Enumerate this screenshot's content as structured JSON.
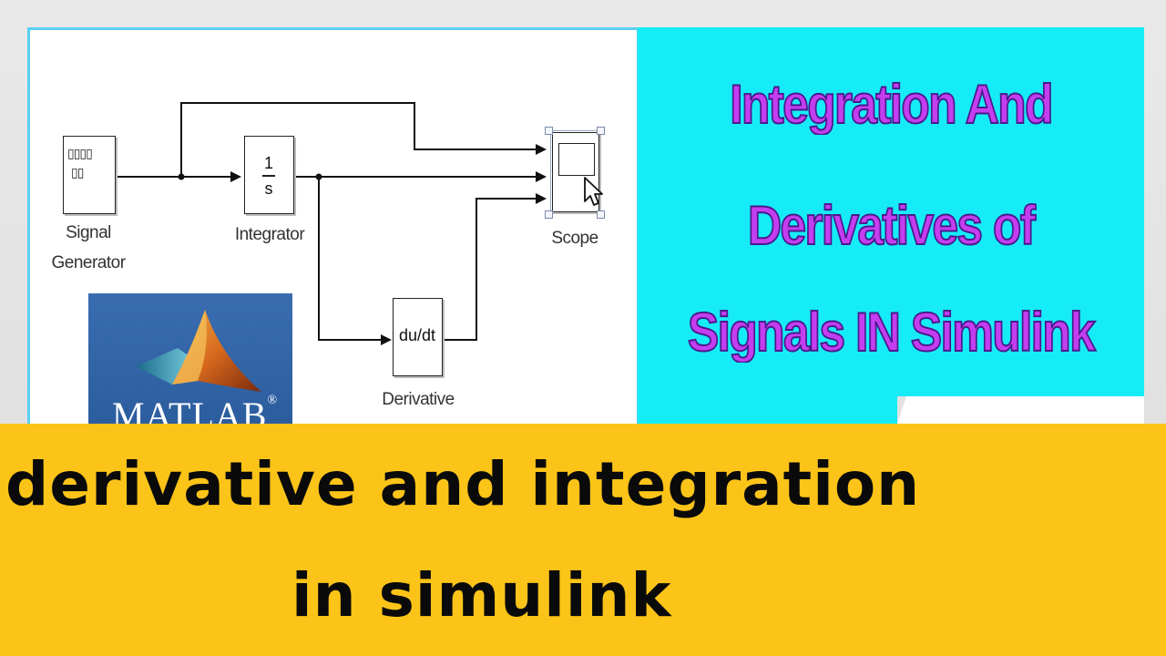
{
  "diagram": {
    "blocks": {
      "signal_generator": {
        "icon_top": "▯▯▯▯",
        "icon_bottom": "▯▯",
        "label_line1": "Signal",
        "label_line2": "Generator"
      },
      "integrator": {
        "numerator": "1",
        "denominator": "s",
        "label": "Integrator"
      },
      "derivative": {
        "text": "du/dt",
        "label": "Derivative"
      },
      "scope": {
        "label": "Scope"
      }
    }
  },
  "title": {
    "line1": "Integration And",
    "line2": "Derivatives of",
    "line3": "Signals IN Simulink",
    "color": "#c43ef0",
    "background": "#16ecf7"
  },
  "logo": {
    "word": "MATLAB",
    "reg": "®"
  },
  "banner": {
    "line1": "derivative and integration",
    "line2": "in simulink",
    "background": "#fcc419"
  }
}
